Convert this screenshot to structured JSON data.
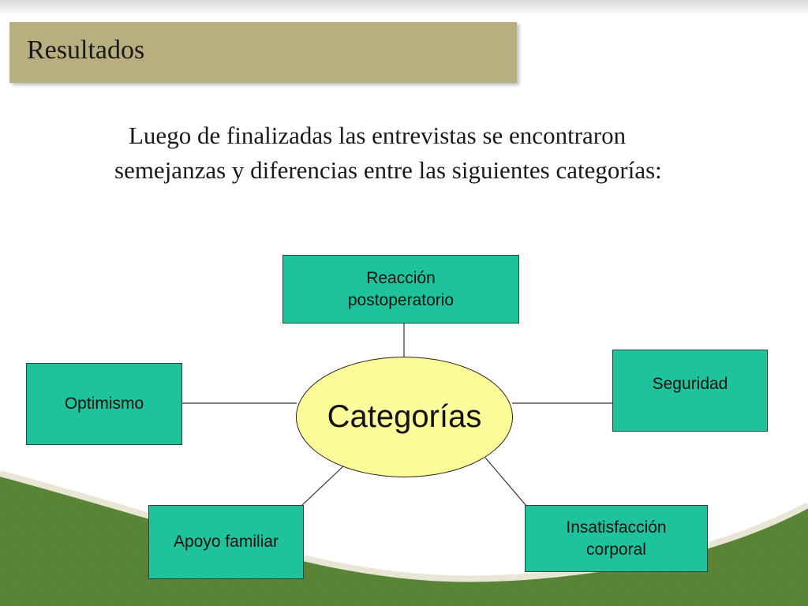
{
  "slide": {
    "title": "Resultados",
    "body": "Luego de finalizadas las entrevistas se encontraron semejanzas y diferencias entre las siguientes categorías:"
  },
  "diagram": {
    "center": "Categorías",
    "nodes": {
      "reaccion": "Reacción\npostoperatorio",
      "optimismo": "Optimismo",
      "seguridad": "Seguridad",
      "apoyo": "Apoyo familiar",
      "insatisfaccion": "Insatisfacción\ncorporal"
    },
    "colors": {
      "node_fill": "#1ec39c",
      "center_fill": "#fdfa9a",
      "title_bar": "#b8ae80",
      "grass": "#5f8a3a"
    }
  }
}
